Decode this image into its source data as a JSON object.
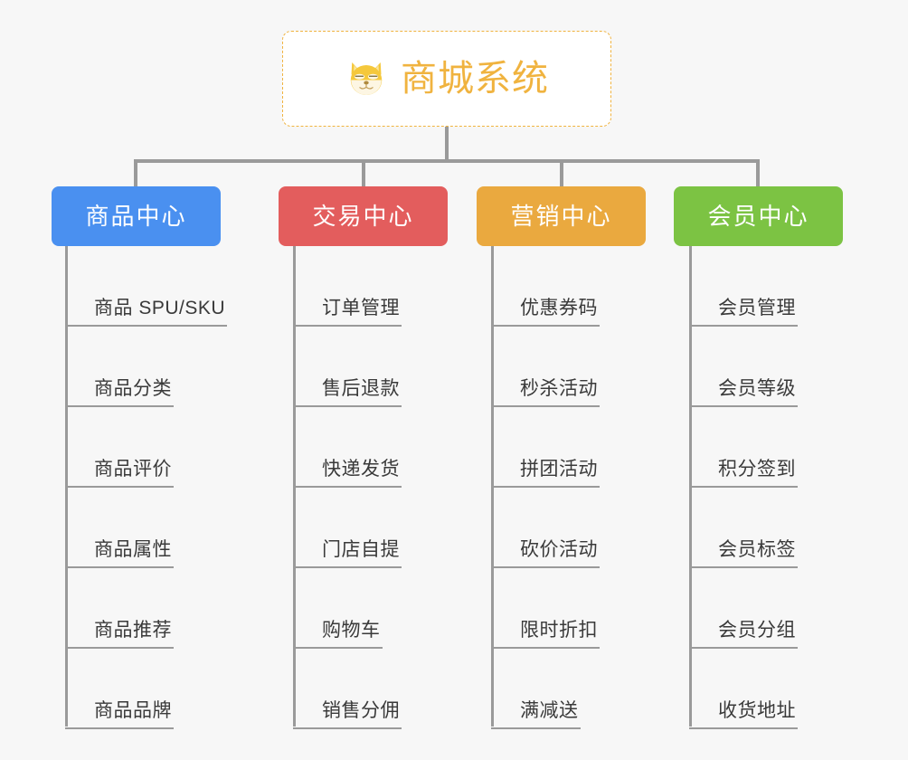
{
  "background_color": "#f7f7f7",
  "root": {
    "title": "商城系统",
    "icon": "shiba-dog-face-icon",
    "border_color": "#f0b33f",
    "text_color": "#f0b33f",
    "background_color": "#ffffff"
  },
  "connector_color": "#9a9a9a",
  "branches": [
    {
      "label": "商品中心",
      "color": "#4a90f0",
      "items": [
        "商品 SPU/SKU",
        "商品分类",
        "商品评价",
        "商品属性",
        "商品推荐",
        "商品品牌"
      ]
    },
    {
      "label": "交易中心",
      "color": "#e35d5d",
      "items": [
        "订单管理",
        "售后退款",
        "快递发货",
        "门店自提",
        "购物车",
        "销售分佣"
      ]
    },
    {
      "label": "营销中心",
      "color": "#eaa93f",
      "items": [
        "优惠券码",
        "秒杀活动",
        "拼团活动",
        "砍价活动",
        "限时折扣",
        "满减送"
      ]
    },
    {
      "label": "会员中心",
      "color": "#7cc343",
      "items": [
        "会员管理",
        "会员等级",
        "积分签到",
        "会员标签",
        "会员分组",
        "收货地址"
      ]
    }
  ]
}
